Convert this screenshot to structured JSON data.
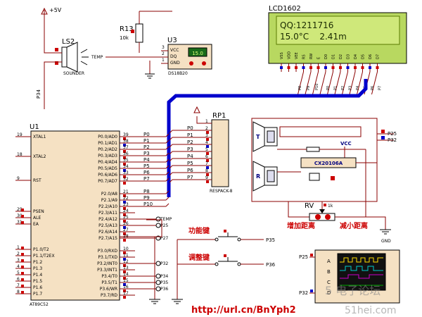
{
  "colors": {
    "wire": "#8b0000",
    "bus": "#0000cc",
    "body": "#f5e1c3",
    "lcd": "#cfe87a",
    "lcdtext": "#1a2a00",
    "label": "#000080",
    "red": "#cc0000"
  },
  "power": {
    "vplus": "+5V",
    "gnd": "GND"
  },
  "sounder": {
    "ref": "LS2",
    "label": "SOUNDER",
    "net": "P34",
    "temp_net": "TEMP"
  },
  "r13": {
    "ref": "R13",
    "value": "10k"
  },
  "ds18b20": {
    "ref": "U3",
    "part": "DS18B20",
    "display": "15.0",
    "pins": [
      "VCC",
      "DQ",
      "GND"
    ],
    "pin_numbers": [
      "3",
      "2",
      "1"
    ]
  },
  "lcd": {
    "title": "LCD1602",
    "line1": "QQ:1211716",
    "line2": "15.0°C    2.41m",
    "pins": [
      "VSS",
      "VDD",
      "VEE",
      "RS",
      "RW",
      "E",
      "D0",
      "D1",
      "D2",
      "D3",
      "D4",
      "D5",
      "D6",
      "D7"
    ],
    "bottom_nets": [
      "P8",
      "P9",
      "P10"
    ]
  },
  "mcu": {
    "ref": "U1",
    "part": "AT89C52",
    "left_pins": [
      {
        "n": "19",
        "l": "XTAL1"
      },
      {
        "n": "18",
        "l": "XTAL2"
      },
      {
        "n": "9",
        "l": "RST"
      },
      {
        "n": "29",
        "l": "PSEN"
      },
      {
        "n": "30",
        "l": "ALE"
      },
      {
        "n": "31",
        "l": "EA"
      },
      {
        "n": "1",
        "l": "P1.0/T2"
      },
      {
        "n": "2",
        "l": "P1.1/T2EX"
      },
      {
        "n": "3",
        "l": "P1.2"
      },
      {
        "n": "4",
        "l": "P1.3"
      },
      {
        "n": "5",
        "l": "P1.4"
      },
      {
        "n": "6",
        "l": "P1.5"
      },
      {
        "n": "7",
        "l": "P1.6"
      },
      {
        "n": "8",
        "l": "P1.7"
      }
    ],
    "right_pins": [
      {
        "n": "39",
        "l": "P0.0/AD0",
        "net": "P0"
      },
      {
        "n": "38",
        "l": "P0.1/AD1",
        "net": "P1"
      },
      {
        "n": "37",
        "l": "P0.2/AD2",
        "net": "P2"
      },
      {
        "n": "36",
        "l": "P0.3/AD3",
        "net": "P3"
      },
      {
        "n": "35",
        "l": "P0.4/AD4",
        "net": "P4"
      },
      {
        "n": "34",
        "l": "P0.5/AD5",
        "net": "P5"
      },
      {
        "n": "33",
        "l": "P0.6/AD6",
        "net": "P6"
      },
      {
        "n": "32",
        "l": "P0.7/AD7",
        "net": "P7"
      },
      {
        "n": "21",
        "l": "P2.0/A8",
        "net": "P8"
      },
      {
        "n": "22",
        "l": "P2.1/A9",
        "net": "P9"
      },
      {
        "n": "23",
        "l": "P2.2/A10",
        "net": "P10"
      },
      {
        "n": "24",
        "l": "P2.3/A11",
        "net": ""
      },
      {
        "n": "25",
        "l": "P2.4/A12",
        "net": "TEMP"
      },
      {
        "n": "26",
        "l": "P2.5/A13",
        "net": "P25"
      },
      {
        "n": "27",
        "l": "P2.6/A14",
        "net": ""
      },
      {
        "n": "28",
        "l": "P2.7/A15",
        "net": "P27"
      },
      {
        "n": "10",
        "l": "P3.0/RXD",
        "net": ""
      },
      {
        "n": "11",
        "l": "P3.1/TXD",
        "net": ""
      },
      {
        "n": "12",
        "l": "P3.2/INT0",
        "net": "P32"
      },
      {
        "n": "13",
        "l": "P3.3/INT1",
        "net": ""
      },
      {
        "n": "14",
        "l": "P3.4/T0",
        "net": "P34"
      },
      {
        "n": "15",
        "l": "P3.5/T1",
        "net": "P35"
      },
      {
        "n": "16",
        "l": "P3.6/WR",
        "net": "P36"
      },
      {
        "n": "17",
        "l": "P3.7/RD",
        "net": ""
      }
    ]
  },
  "rp1": {
    "ref": "RP1",
    "part": "RESPACK-8",
    "pins": [
      "1",
      "2",
      "3",
      "4",
      "5",
      "6",
      "7",
      "8",
      "9"
    ],
    "nets": [
      "P0",
      "P1",
      "P2",
      "P3",
      "P4",
      "P5",
      "P6",
      "P7"
    ]
  },
  "ultrasonic": {
    "tx": "T",
    "rx": "R",
    "chip": "CX20106A",
    "vcc": "VCC",
    "nets": [
      "P25",
      "P32"
    ]
  },
  "rv": {
    "ref": "RV",
    "value": "1k",
    "left_label": "增加距离",
    "right_label": "减小距离",
    "gnd": "GND"
  },
  "buttons": [
    {
      "label": "功能键",
      "net": "P35"
    },
    {
      "label": "调整键",
      "net": "P36"
    }
  ],
  "scope": {
    "channels": [
      "A",
      "B",
      "C",
      "D"
    ],
    "nets": [
      "P25",
      "P32"
    ]
  },
  "footer": {
    "url": "http://url.cn/BnYph2",
    "watermark": "5  电子论坛",
    "watermark2": "51hei.com"
  }
}
